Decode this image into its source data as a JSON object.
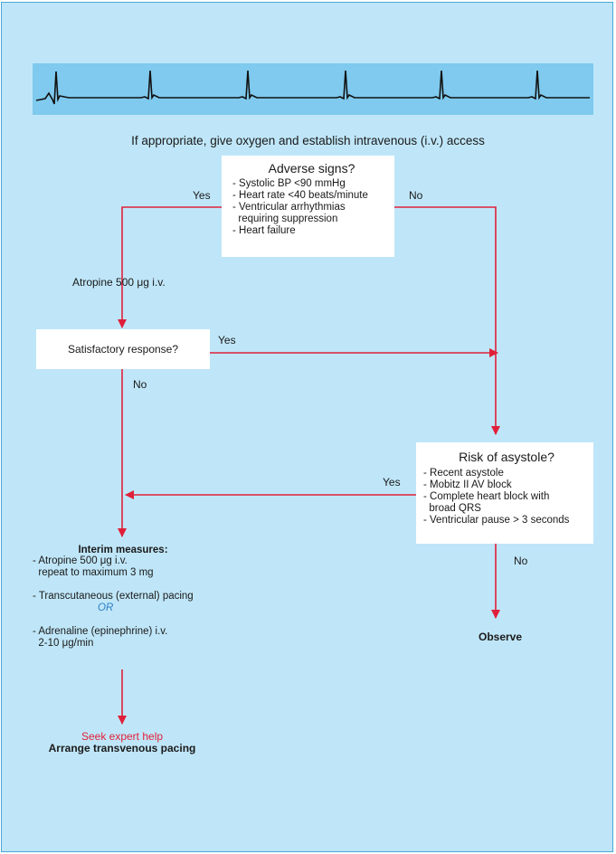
{
  "intro": "If appropriate, give oxygen and establish intravenous (i.v.) access",
  "adverse": {
    "title": "Adverse signs?",
    "items": [
      "- Systolic BP <90 mmHg",
      "- Heart rate <40 beats/minute",
      "- Ventricular arrhythmias",
      "  requiring suppression",
      "- Heart failure"
    ]
  },
  "labels": {
    "yes_adverse": "Yes",
    "no_adverse": "No",
    "atropine": "Atropine 500 μg i.v.",
    "yes_satisfactory": "Yes",
    "no_satisfactory": "No",
    "yes_asystole": "Yes",
    "no_asystole": "No",
    "observe": "Observe"
  },
  "satisfactory": {
    "title": "Satisfactory response?"
  },
  "asystole": {
    "title": "Risk of asystole?",
    "items": [
      "- Recent asystole",
      "- Mobitz II AV block",
      "- Complete heart block with",
      "  broad QRS",
      "- Ventricular pause > 3 seconds"
    ]
  },
  "interim": {
    "heading": "Interim measures:",
    "items": [
      "- Atropine 500 μg i.v.",
      "  repeat to maximum 3 mg",
      "- Transcutaneous (external) pacing",
      "- Adrenaline (epinephrine) i.v.",
      "  2-10 μg/min"
    ],
    "or": "OR"
  },
  "final": {
    "seek": "Seek expert help",
    "arrange": "Arrange transvenous pacing"
  },
  "colors": {
    "panel": "#bfe6f8",
    "ecg_band": "#7fcaee",
    "arrow": "#e0203a",
    "or_text": "#2a7fc4"
  }
}
